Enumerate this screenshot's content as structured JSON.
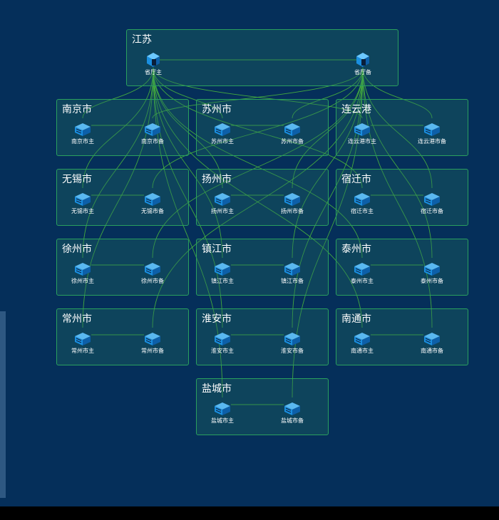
{
  "colors": {
    "background": "#052f5a",
    "box_border": "#2aa05e",
    "link": "#4fbf3a",
    "server": "#1a8fe0"
  },
  "province": {
    "title": "江苏",
    "main_label": "省厅主",
    "backup_label": "省厅备"
  },
  "cities": [
    {
      "title": "南京市",
      "main": "南京市主",
      "backup": "南京市备"
    },
    {
      "title": "苏州市",
      "main": "苏州市主",
      "backup": "苏州市备"
    },
    {
      "title": "连云港",
      "main": "连云港市主",
      "backup": "连云港市备"
    },
    {
      "title": "无锡市",
      "main": "无锡市主",
      "backup": "无锡市备"
    },
    {
      "title": "扬州市",
      "main": "扬州市主",
      "backup": "扬州市备"
    },
    {
      "title": "宿迁市",
      "main": "宿迁市主",
      "backup": "宿迁市备"
    },
    {
      "title": "徐州市",
      "main": "徐州市主",
      "backup": "徐州市备"
    },
    {
      "title": "镇江市",
      "main": "镇江市主",
      "backup": "镇江市备"
    },
    {
      "title": "泰州市",
      "main": "泰州市主",
      "backup": "泰州市备"
    },
    {
      "title": "常州市",
      "main": "常州市主",
      "backup": "常州市备"
    },
    {
      "title": "淮安市",
      "main": "淮安市主",
      "backup": "淮安市备"
    },
    {
      "title": "南通市",
      "main": "南通市主",
      "backup": "南通市备"
    },
    {
      "title": "盐城市",
      "main": "盐城市主",
      "backup": "盐城市备"
    }
  ]
}
